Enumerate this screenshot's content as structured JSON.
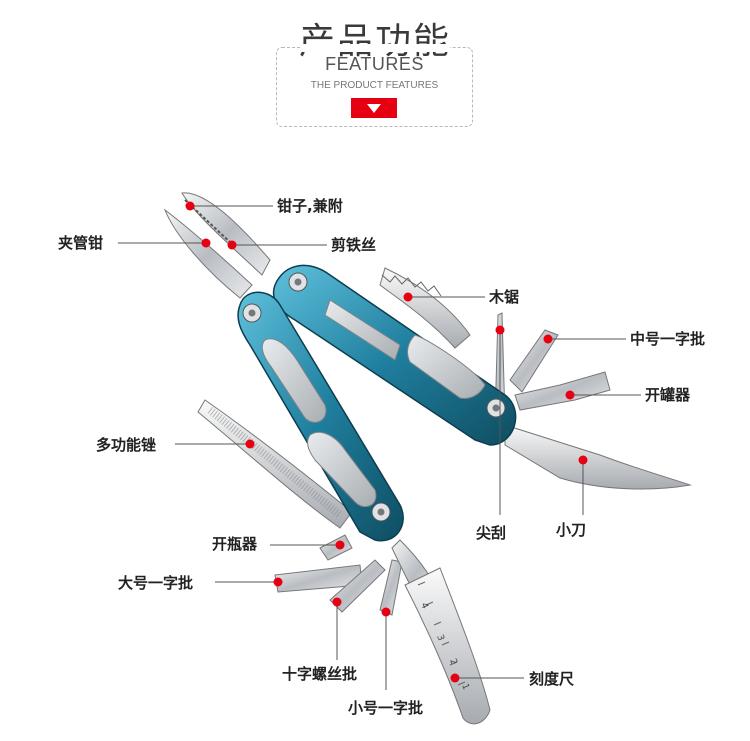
{
  "header": {
    "title": "产品功能",
    "subtitle": "FEATURES",
    "subtitle_small": "THE PRODUCT FEATURES"
  },
  "colors": {
    "accent": "#e60012",
    "handle": "#2a8aa8",
    "steel": "#c8ccd0"
  },
  "labels": {
    "pliers": "钳子,兼附",
    "pipe_clamp": "夹管钳",
    "wire_cutter": "剪铁丝",
    "wood_saw": "木锯",
    "medium_screwdriver": "中号一字批",
    "can_opener": "开罐器",
    "multi_file": "多功能锉",
    "awl": "尖刮",
    "small_knife": "小刀",
    "bottle_opener": "开瓶器",
    "large_screwdriver": "大号一字批",
    "phillips_screwdriver": "十字螺丝批",
    "small_screwdriver": "小号一字批",
    "ruler": "刻度尺"
  },
  "ruler_ticks": [
    "4",
    "3",
    "2",
    "1"
  ]
}
